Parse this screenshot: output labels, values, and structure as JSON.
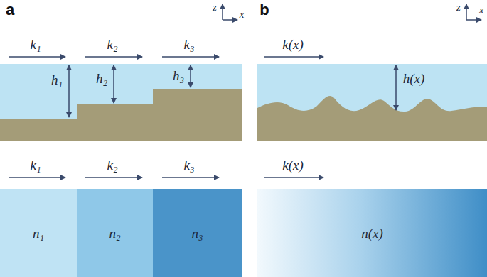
{
  "diagram": {
    "nodes": [
      {
        "text": [
          "n₁"
        ]
      },
      {
        "text": [
          "n₂"
        ]
      },
      {
        "text": [
          "n₃"
        ]
      },
      {
        "text": [
          "n(x)"
        ]
      }
    ],
    "labels": [
      "a",
      "z",
      "x",
      "b",
      "z",
      "x",
      "k₁",
      "k₂",
      "k₃",
      "k(x)",
      "h₁",
      "h₂",
      "h₃",
      "h(x)",
      "k₁",
      "k₂",
      "k₃",
      "k(x)"
    ]
  }
}
